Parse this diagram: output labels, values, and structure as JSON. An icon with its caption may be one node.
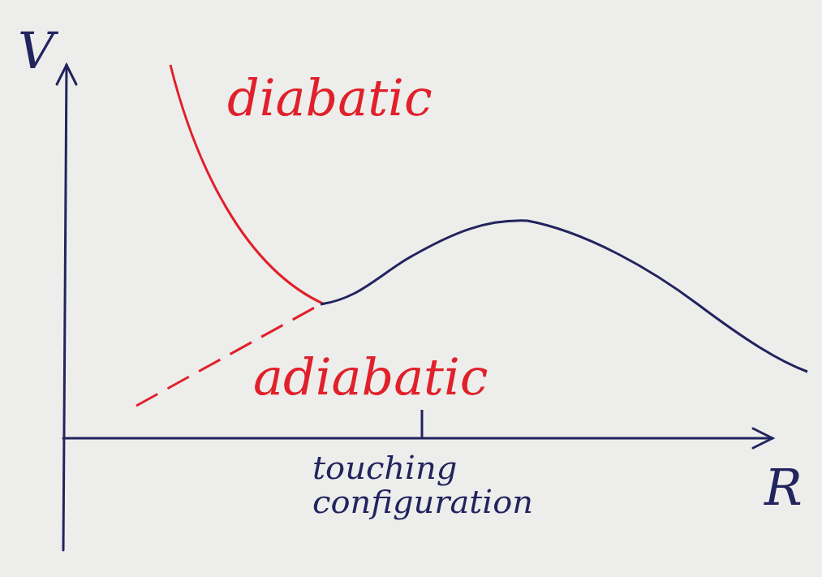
{
  "diagram": {
    "labels": [
      "V",
      "diabatic",
      "adiabatic",
      "touching configuration",
      "R"
    ]
  }
}
